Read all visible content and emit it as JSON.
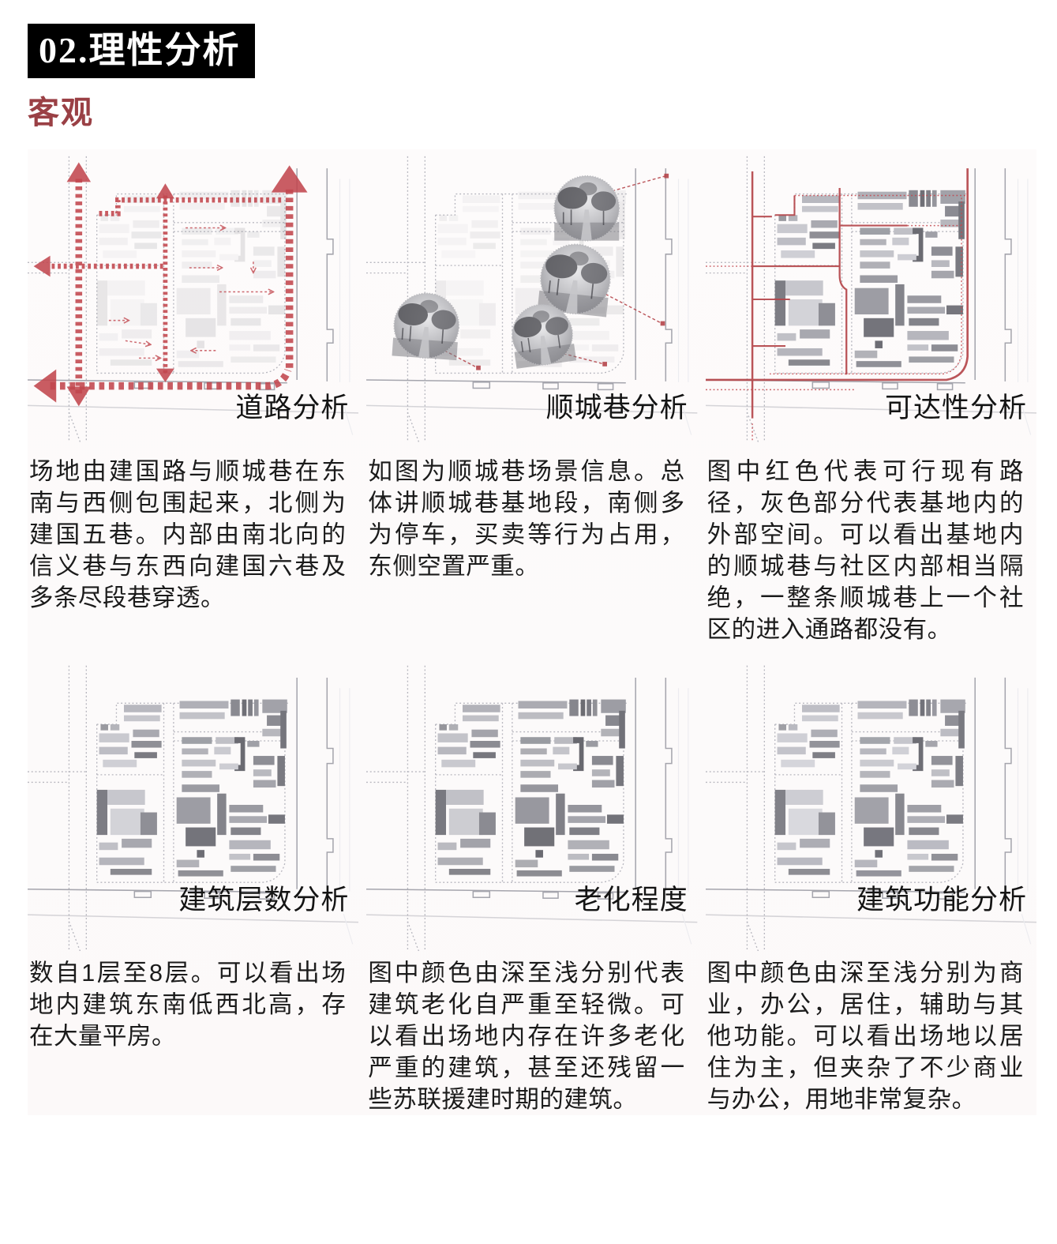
{
  "page": {
    "section_title": "02.理性分析",
    "subtitle": "客观"
  },
  "panels": [
    {
      "label": "道路分析",
      "description": "场地由建国路与顺城巷在东南与西侧包围起来，北侧为建国五巷。内部由南北向的信义巷与东西向建国六巷及多条尽段巷穿透。"
    },
    {
      "label": "顺城巷分析",
      "description": "如图为顺城巷场景信息。总体讲顺城巷基地段，南侧多为停车，买卖等行为占用，东侧空置严重。"
    },
    {
      "label": "可达性分析",
      "description": "图中红色代表可行现有路径，灰色部分代表基地内的外部空间。可以看出基地内的顺城巷与社区内部相当隔绝，一整条顺城巷上一个社区的进入通路都没有。"
    },
    {
      "label": "建筑层数分析",
      "description": "数自1层至8层。可以看出场地内建筑东南低西北高，存在大量平房。"
    },
    {
      "label": "老化程度",
      "description": "图中颜色由深至浅分别代表建筑老化自严重至轻微。可以看出场地内存在许多老化严重的建筑，甚至还残留一些苏联援建时期的建筑。"
    },
    {
      "label": "建筑功能分析",
      "description": "图中颜色由深至浅分别为商业，办公，居住，辅助与其他功能。可以看出场地以居住为主，但夹杂了不少商业与办公，用地非常复杂。"
    }
  ],
  "colors": {
    "accent_red": "#c2474e",
    "solid_path_red": "#b5464b",
    "title_bg": "#000000",
    "subtitle_red": "#9a4045",
    "text": "#1b1b1b",
    "building_gray_dark": "#6b6b72",
    "building_gray_light": "#d3d3d8"
  }
}
